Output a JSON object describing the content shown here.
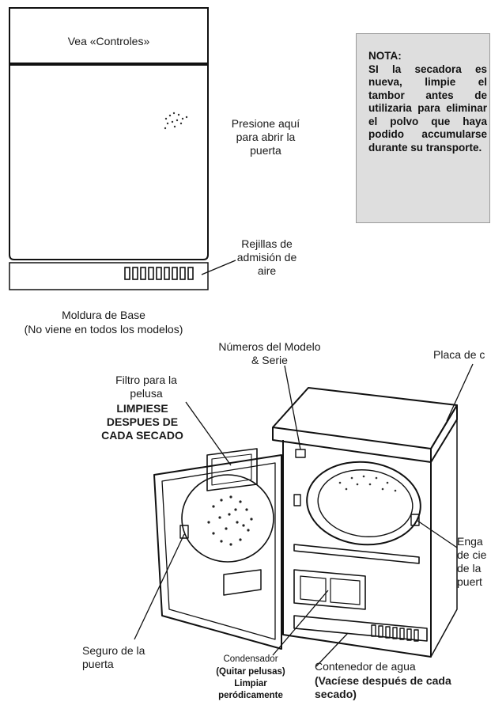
{
  "top_panel": {
    "controls_label": "Vea «Controles»",
    "press_label": "Presione aquí\npara abrir la\npuerta",
    "grille_label": "Rejillas de\nadmisión de\naire",
    "base_label_line1": "Moldura de Base",
    "base_label_line2": "(No viene en todos los modelos)"
  },
  "note": {
    "title": "NOTA:",
    "body": "SI la secadora es nueva, limpie el tambor antes de utilizaria para eliminar el polvo que haya podido accumularse durante su transporte."
  },
  "dryer": {
    "model_serial_label": "Números del Modelo\n& Serie",
    "plate_label": "Placa de c",
    "filter_label": "Filtro para la\npelusa",
    "filter_warning": "LIMPIESE\nDESPUES DE\nCADA SECADO",
    "latch_label": "Enga\nde cie\nde la\npuert",
    "door_lock_label": "Seguro de la\npuerta",
    "condenser_label": "Condensador",
    "condenser_note": "(Quitar pelusas)\nLimpiar\nperódicamente",
    "water_label": "Contenedor de agua",
    "water_note": "(Vacíese después de cada\nsecado)"
  }
}
